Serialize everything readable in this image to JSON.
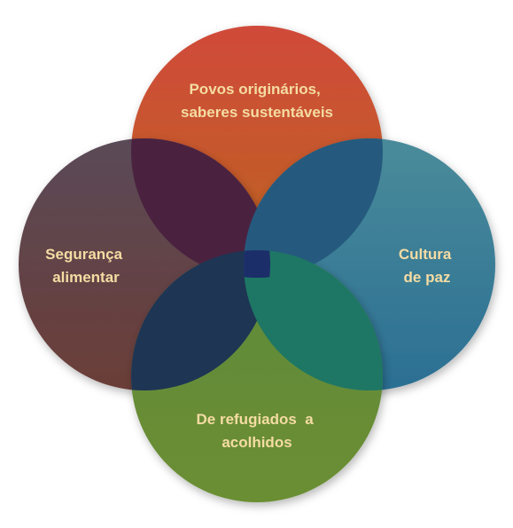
{
  "diagram": {
    "type": "venn",
    "circles": [
      {
        "id": "top",
        "lines": [
          "Povos originários,",
          "saberes sustentáveis"
        ],
        "color": "#c9502d"
      },
      {
        "id": "left",
        "lines": [
          "Segurança",
          "alimentar"
        ],
        "color": "#5b4452"
      },
      {
        "id": "right",
        "lines": [
          "Cultura",
          "de paz"
        ],
        "color": "#2f7b98"
      },
      {
        "id": "bottom",
        "lines": [
          "De refugiados  a",
          "acolhidos"
        ],
        "color": "#5f8a35"
      }
    ],
    "overlap_colors": {
      "top_left": "#4a2240",
      "top_right": "#255a7e",
      "left_bottom": "#1e3554",
      "right_bottom": "#1e7764",
      "center": "#1c2e6a"
    },
    "label_color": "#f5dca3"
  }
}
